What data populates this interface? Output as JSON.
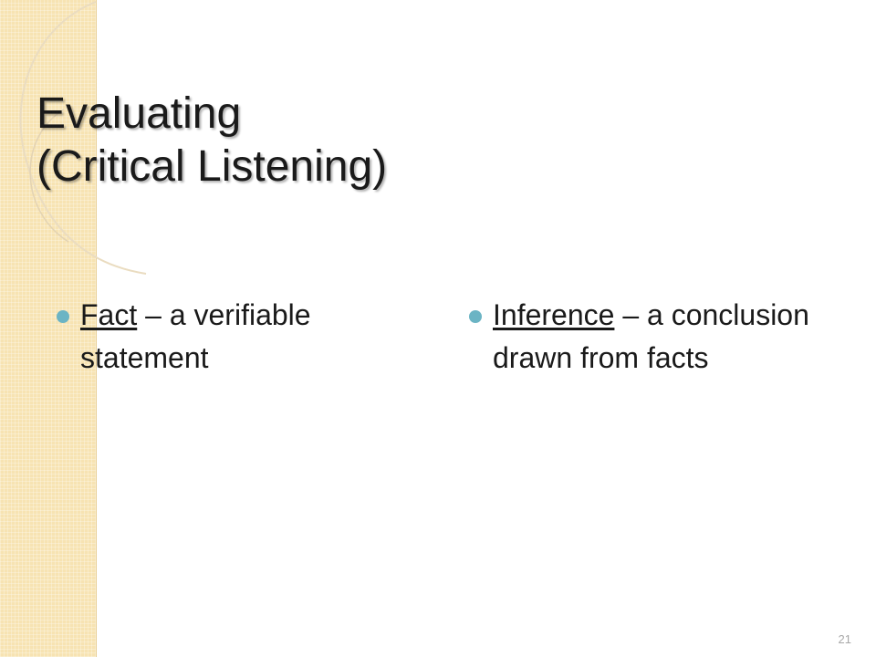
{
  "slide": {
    "title_line1": "Evaluating",
    "title_line2": "(Critical Listening)",
    "left_bullet": {
      "term": "Fact",
      "definition": " – a verifiable statement"
    },
    "right_bullet": {
      "term": "Inference",
      "definition": " – a conclusion drawn from facts"
    },
    "page_number": "21"
  },
  "colors": {
    "side_band": "#f7e3b2",
    "bullet": "#6bb4c4",
    "text": "#1a1a1a",
    "page_number": "#a8a8a8"
  }
}
